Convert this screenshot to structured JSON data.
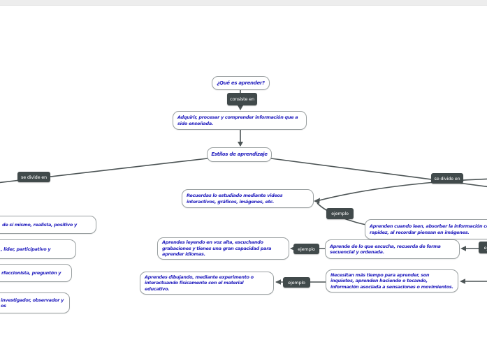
{
  "diagram": {
    "type": "mind-map",
    "root": {
      "text": "¿Qué es aprender?"
    },
    "relation_labels": {
      "consiste_en": "consiste en",
      "se_divide_en_left": "se divide en",
      "se_divide_en_right": "se divide en",
      "ejemplo_visual": "ejemplo",
      "ejemplo_auditivo": "ejemplo",
      "ejemplo_kinestesico": "ejemplo",
      "ejemplo_right_edge": "ejemplo"
    },
    "nodes": {
      "definition": "Adquirir, procesar y comprender información que a\nsido enseñada.",
      "estilos": "Estilos de aprendizaje",
      "visual_desc": "Recuerdas lo estudiado mediante videos\ninteractivos, gráficos, imágenes, etc.",
      "visual_example": "Aprenden cuando leen, absorber la información con\nrapidez, al recordar piensan en imágenes.",
      "auditivo_desc": "Aprendes leyendo en voz alta, escuchando\ngrabaciones y tienes una gran capacidad para\naprender idiomas.",
      "auditivo_example": "Aprende de lo que escucha, recuerda de forma\nsecuencial y ordenada.",
      "kinestesico_desc": "Aprendes dibujando, mediante experimento o\ninteractuando físicamente con el material\neducativo.",
      "kinestesico_example": "Necesitan más tiempo para aprender, son\ninquietos, aprenden haciendo o tocando,\ninformación asociada a sensaciones o movimientos.",
      "left_clipped_1": "de sí mismo, realista, positivo y",
      "left_clipped_2": ", líder, participativo y",
      "left_clipped_3": "rfeccionista, preguntón y",
      "left_clipped_4": "investigador, observador y\nos"
    }
  },
  "colors": {
    "node_text": "#2420bf",
    "node_border": "#999fa0",
    "label_bg": "#414a4b",
    "label_text": "#ffffff",
    "line": "#4c5455"
  }
}
